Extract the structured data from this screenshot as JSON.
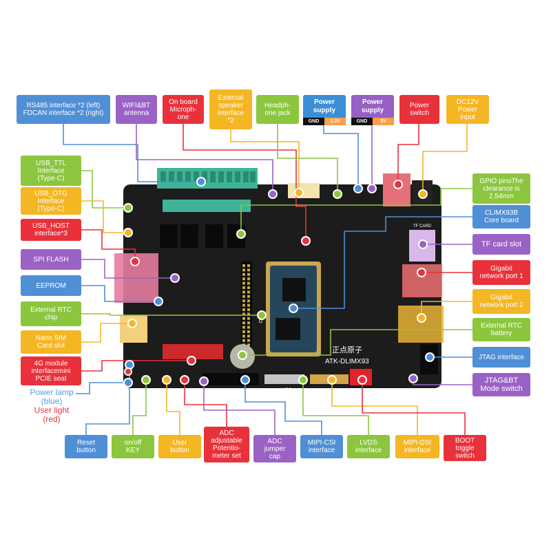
{
  "colors": {
    "blue": "#4f8fd6",
    "purple": "#9b62c6",
    "red": "#e8313a",
    "orange": "#f5b623",
    "green": "#8cc63f",
    "power_blue": "#3b8fd6",
    "power_purple": "#9660c4",
    "board": "#1e1e1e"
  },
  "labels": {
    "rs485": "RS485 interface *2 (left)\nFDCAN interface *2 (right)",
    "wifi": "WIFI&BT\nantenna",
    "mic": "On board\nMicroph-\none",
    "speaker": "External\nspeaker\ninterface\n*2",
    "headphone": "Headph-\none jack",
    "power_33_title": "Power\nsupply",
    "power_33_gnd": "GND",
    "power_33_v": "3.3V",
    "power_5_title": "Power\nsupply",
    "power_5_gnd": "GND",
    "power_5_v": "5V",
    "power_switch": "Power\nswitch",
    "dc12v": "DC12V\nPower\ninput",
    "usb_ttl": "USB_TTL\nInterface\n(Type-C)",
    "usb_otg": "USB_OTG\nInterface\n(Type-C)",
    "usb_host": "USB_HOST\ninterface*3",
    "spi_flash": "SPI FLASH",
    "eeprom": "EEPROM",
    "ext_rtc_chip": "External RTC\nchip",
    "nano_sim": "Nano SIM\nCard slot",
    "module_4g": "4G module\ninterfacemini\nPCIE seat",
    "power_lamp": "Power lamp\n(blue)",
    "user_light": "User light\n(red)",
    "gpio": "GPIO pinsThe\nclearance is\n2.54mm",
    "core_board": "CLIMX93B\nCore board",
    "tf_card": "TF card slot",
    "gbe1": "Gigabit\nnetwork port 1",
    "gbe2": "Gigabit\nnetwork port 2",
    "rtc_battery": "External RTC\nbattery",
    "jtag": "JTAG interface",
    "jtag_bt": "JTAG&BT\nMode switch",
    "reset": "Reset\nbutton",
    "onoff": "on/off\nKEY",
    "user_button": "User\nbutton",
    "adc_pot": "ADC\nadjustable\nPotentio-\nmeter set",
    "adc_jumper": "ADC\njumper\ncap",
    "mipi_csi": "MIPI-CSI\ninterface",
    "lvds": "LVDS\ninterface",
    "mipi_dsi": "MIPI-DSI\ninterface",
    "boot": "BOOT\ntoggle\nswitch"
  },
  "board_marks": {
    "brand": "正点原子",
    "model": "ATK-DLIMX93",
    "gpio_silk": "GPIO",
    "lvds_silk": "LVDS",
    "tf_silk": "TF CARD"
  }
}
